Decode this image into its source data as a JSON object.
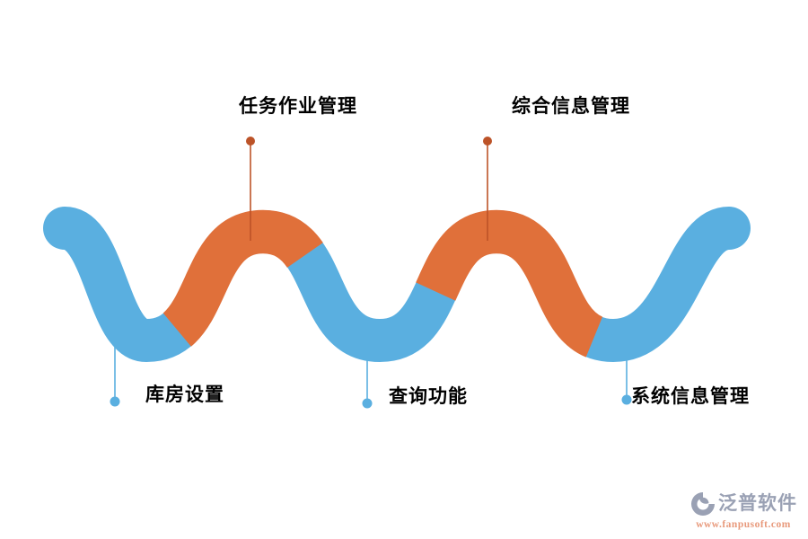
{
  "diagram": {
    "description": "S-shaped process wave with five feature callouts",
    "nodes": [
      {
        "id": "kufang",
        "label": "库房设置",
        "position": "bottom",
        "pointer_color": "#5AAFE0"
      },
      {
        "id": "renwu",
        "label": "任务作业管理",
        "position": "top",
        "pointer_color": "#BC5328"
      },
      {
        "id": "chaxun",
        "label": "查询功能",
        "position": "bottom",
        "pointer_color": "#5AAFE0"
      },
      {
        "id": "zonghe",
        "label": "综合信息管理",
        "position": "top",
        "pointer_color": "#BC5328"
      },
      {
        "id": "xitong",
        "label": "系统信息管理",
        "position": "bottom",
        "pointer_color": "#5AAFE0"
      }
    ],
    "colors": {
      "wave_blue": "#5AAFE0",
      "wave_orange": "#E0703A",
      "pointer_dark_orange": "#BC5328",
      "label_text": "#000000"
    }
  },
  "watermark": {
    "brand": "泛普软件",
    "website": "www.fanpusoft.com",
    "brand_color": "#9AA1B4",
    "url_color": "#E8997B"
  }
}
